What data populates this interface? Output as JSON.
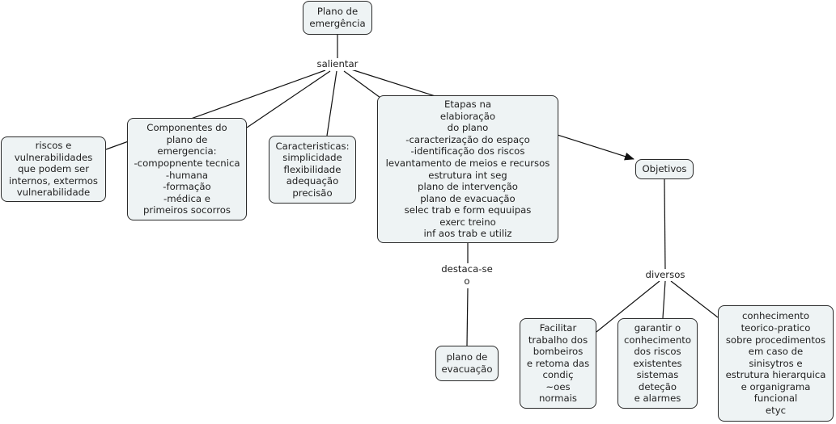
{
  "concept_map": {
    "nodes": {
      "plano_emergencia": "Plano de\nemergência",
      "riscos": "riscos e\nvulnerabilidades\nque podem ser\ninternos, extermos\nvulnerabilidade",
      "componentes": "Componentes do\nplano de\nemergencia:\n-compopnente tecnica\n-humana\n-formação\n-médica e\nprimeiros socorros",
      "caracteristicas": "Caracteristicas:\nsimplicidade\nflexibilidade\nadequação\nprecisão",
      "etapas": "Etapas na\nelabioração\ndo plano\n-caracterização do espaço\n-identificação dos riscos\nlevantamento de meios e recursos\nestrutura int seg\nplano de intervenção\nplano de evacuação\nselec trab e form equuipas\nexerc treino\ninf aos trab e utiliz",
      "objetivos": "Objetivos",
      "plano_evacuacao": "plano de\nevacuação",
      "facilitar": "Facilitar\ntrabalho dos\nbombeiros\ne retoma das\ncondiç\n~oes\nnormais",
      "garantir": "garantir o\nconhecimento\ndos riscos\nexistentes\nsistemas\ndeteção\ne  alarmes",
      "conhecimento": "conhecimento\nteorico-pratico\nsobre procedimentos\nem caso de\nsinisytros e\nestrutura hierarquica\ne organigrama\nfuncional\netyc"
    },
    "link_labels": {
      "salientar": "salientar",
      "destaca": "destaca-se\no",
      "diversos": "diversos"
    }
  }
}
